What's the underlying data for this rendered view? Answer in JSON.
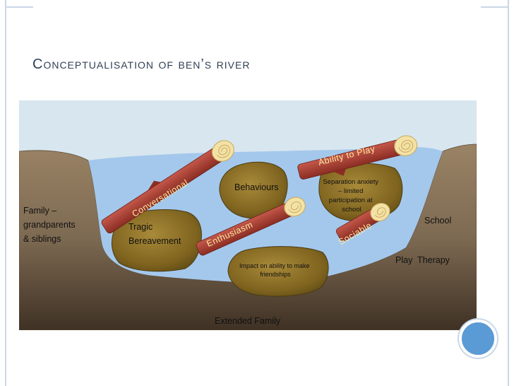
{
  "slide": {
    "title": "Conceptualisation of ben’s river"
  },
  "labels": {
    "family": [
      "Family –",
      "grandparents",
      "& siblings"
    ],
    "school": "School",
    "play_therapy": "Play  Therapy",
    "extended_family": "Extended Family",
    "behaviours": "Behaviours",
    "tragic_bereavement": [
      "Tragic",
      "Bereavement"
    ],
    "separation_anxiety": [
      "Separation anxiety",
      "– limited",
      "participation at",
      "school"
    ],
    "impact_friendships": [
      "Impact on ability to make",
      "friendships"
    ],
    "conversational": "Conversational",
    "enthusiasm": "Enthusiasm",
    "ability_to_play": "Ability to Play",
    "sociable": "Sociable"
  },
  "colors": {
    "sky": "#d8e6ef",
    "water": "#a4c8ec",
    "earth_top": "#9a8365",
    "earth_bottom": "#3f3124",
    "rock": "#8a6d22",
    "log": "#a33a2e",
    "log_end": "#f3e2a6",
    "title": "#2f3f55"
  }
}
